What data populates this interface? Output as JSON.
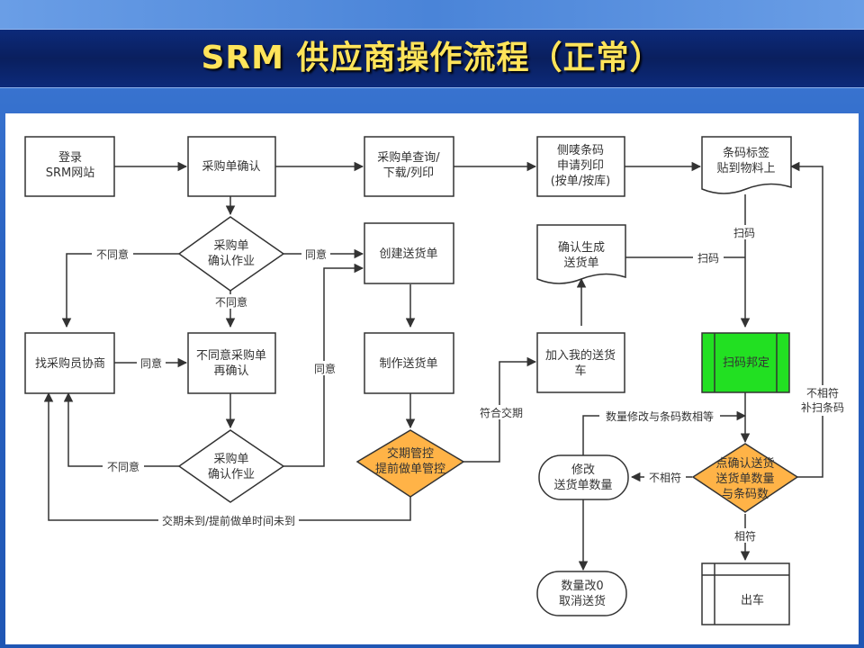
{
  "title": "SRM  供应商操作流程（正常）",
  "colors": {
    "title_text": "#ffe45a",
    "title_bar": "#0c2a7a",
    "highlight_green": "#22e022",
    "decision_orange": "#ffb347",
    "line": "#333333"
  },
  "nodes": {
    "login": [
      "登录",
      "SRM网站"
    ],
    "po_confirm": [
      "采购单确认"
    ],
    "po_query": [
      "采购单查询/",
      "下载/列印"
    ],
    "barcode_print": [
      "侧唛条码",
      "申请列印",
      "(按单/按库)"
    ],
    "barcode_label": [
      "条码标签",
      "贴到物料上"
    ],
    "decision_po_1": [
      "采购单",
      "确认作业"
    ],
    "create_delivery": [
      "创建送货单"
    ],
    "confirm_generate": [
      "确认生成",
      "送货单"
    ],
    "find_buyer": [
      "找采购员协商"
    ],
    "reconfirm_po": [
      "不同意采购单",
      "再确认"
    ],
    "make_delivery": [
      "制作送货单"
    ],
    "add_to_cart": [
      "加入我的送货",
      "车"
    ],
    "scan_bind": [
      "扫码邦定"
    ],
    "decision_po_2": [
      "采购单",
      "确认作业"
    ],
    "delivery_control": [
      "交期管控",
      "提前做单管控"
    ],
    "modify_qty": [
      "修改",
      "送货单数量"
    ],
    "check_qty": [
      "点确认送货",
      "送货单数量",
      "与条码数"
    ],
    "qty_zero": [
      "数量改0",
      "取消送货"
    ],
    "ship_out": [
      "出车"
    ]
  },
  "edge_labels": {
    "disagree_1": "不同意",
    "agree_1": "同意",
    "disagree_2": "不同意",
    "agree_2": "同意",
    "agree_3": "同意",
    "disagree_3": "不同意",
    "deadline_not_reached": "交期未到/提前做单时间未到",
    "meets_deadline": "符合交期",
    "scan_1": "扫码",
    "scan_2": "扫码",
    "qty_modified_equal": "数量修改与条码数相等",
    "mismatch": "不相符",
    "match": "相符",
    "mismatch_rescan": [
      "不相符",
      "补扫条码"
    ]
  }
}
